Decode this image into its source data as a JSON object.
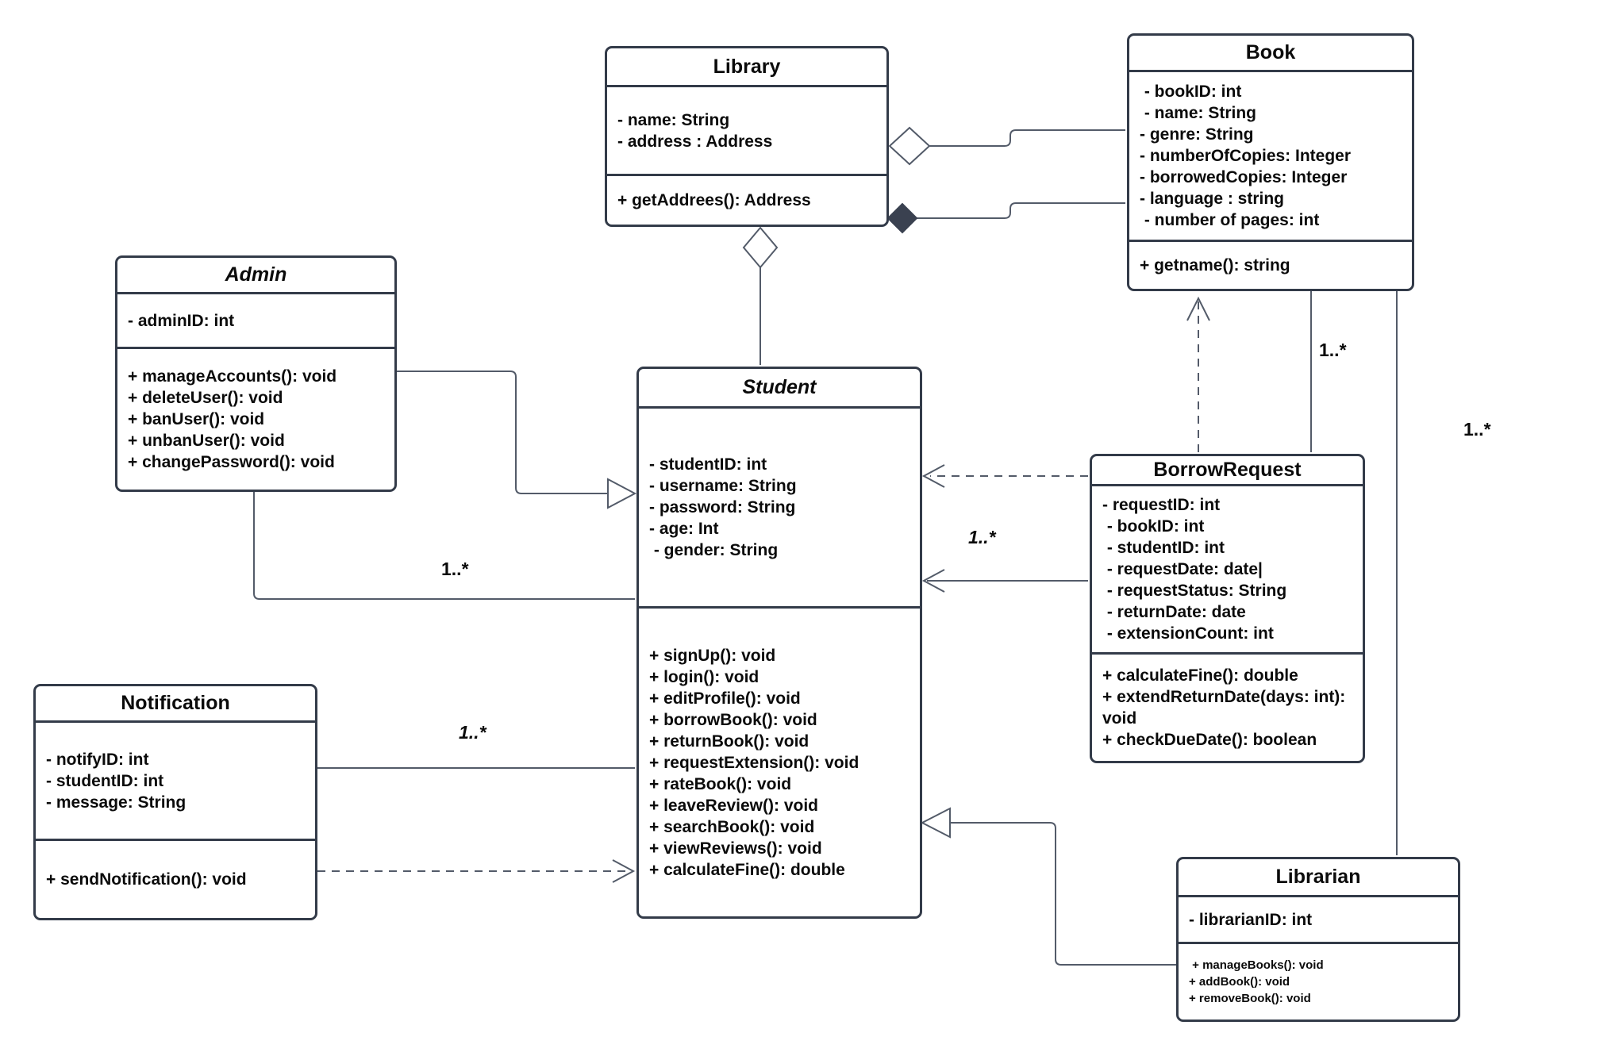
{
  "classes": {
    "library": {
      "name": "Library",
      "attributes": [
        "- name: String",
        "- address : Address"
      ],
      "methods": [
        "+ getAddrees(): Address"
      ]
    },
    "book": {
      "name": "Book",
      "attributes": [
        " - bookID: int",
        " - name: String",
        "- genre: String",
        "- numberOfCopies: Integer",
        "- borrowedCopies: Integer",
        "- language : string",
        " - number of pages: int"
      ],
      "methods": [
        "+ getname(): string"
      ]
    },
    "admin": {
      "name": "Admin",
      "attributes": [
        "- adminID: int"
      ],
      "methods": [
        "+ manageAccounts(): void",
        "+ deleteUser(): void",
        "+ banUser(): void",
        "+ unbanUser(): void",
        "+ changePassword(): void"
      ]
    },
    "student": {
      "name": "Student",
      "attributes": [
        "- studentID: int",
        "- username: String",
        "- password: String",
        "- age: Int",
        " - gender: String"
      ],
      "methods": [
        "+ signUp(): void",
        "+ login(): void",
        "+ editProfile(): void",
        "+ borrowBook(): void",
        "+ returnBook(): void",
        "+ requestExtension(): void",
        "+ rateBook(): void",
        "+ leaveReview(): void",
        "+ searchBook(): void",
        "+ viewReviews(): void",
        "+ calculateFine(): double"
      ]
    },
    "borrow_request": {
      "name": "BorrowRequest",
      "attributes": [
        "- requestID: int",
        " - bookID: int",
        " - studentID: int",
        " - requestDate: date|",
        " - requestStatus: String",
        " - returnDate: date",
        " - extensionCount: int"
      ],
      "methods": [
        "+ calculateFine(): double",
        "+ extendReturnDate(days: int):",
        "void",
        "+ checkDueDate(): boolean"
      ]
    },
    "notification": {
      "name": "Notification",
      "attributes": [
        "- notifyID: int",
        "- studentID: int",
        "- message: String"
      ],
      "methods": [
        "+ sendNotification(): void"
      ]
    },
    "librarian": {
      "name": "Librarian",
      "attributes": [
        "- librarianID: int"
      ],
      "methods": [
        " + manageBooks(): void",
        "+ addBook(): void",
        "+ removeBook(): void"
      ]
    }
  },
  "labels": {
    "admin_student": "1..*",
    "notification_student": "1..*",
    "student_borrowrequest": "1..*",
    "book_borrowrequest": "1..*",
    "book_librarian": "1..*"
  },
  "relationships": [
    {
      "from": "Library",
      "to": "Book",
      "type": "aggregation"
    },
    {
      "from": "Library",
      "to": "Book",
      "type": "composition"
    },
    {
      "from": "Library",
      "to": "Student",
      "type": "aggregation"
    },
    {
      "from": "Admin",
      "to": "Student",
      "type": "generalization"
    },
    {
      "from": "Admin",
      "to": "Student",
      "type": "association",
      "multiplicity": "1..*"
    },
    {
      "from": "Notification",
      "to": "Student",
      "type": "association",
      "multiplicity": "1..*"
    },
    {
      "from": "Notification",
      "to": "Student",
      "type": "dependency"
    },
    {
      "from": "BorrowRequest",
      "to": "Student",
      "type": "dependency"
    },
    {
      "from": "BorrowRequest",
      "to": "Student",
      "type": "directed-association",
      "multiplicity": "1..*"
    },
    {
      "from": "BorrowRequest",
      "to": "Book",
      "type": "dependency"
    },
    {
      "from": "Book",
      "to": "BorrowRequest",
      "type": "association",
      "multiplicity": "1..*"
    },
    {
      "from": "Book",
      "to": "Librarian",
      "type": "association",
      "multiplicity": "1..*"
    },
    {
      "from": "Librarian",
      "to": "Student",
      "type": "generalization"
    }
  ],
  "colors": {
    "bg": "#ffffff",
    "border": "#333b49",
    "line": "#535b69",
    "text": "#0b0b0b",
    "diamond": "#3a4150"
  }
}
